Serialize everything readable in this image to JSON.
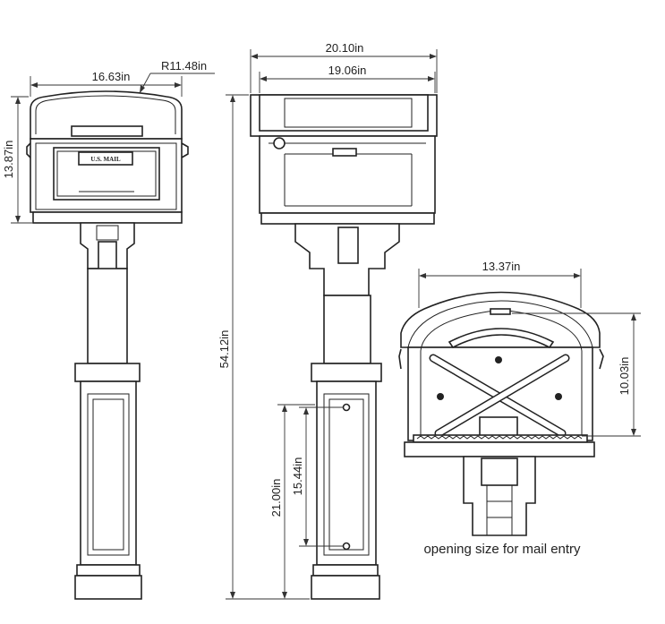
{
  "dimensions": {
    "front_width": "16.63in",
    "front_radius": "R11.48in",
    "front_height": "13.87in",
    "side_outer_width": "20.10in",
    "side_inner_width": "19.06in",
    "overall_height": "54.12in",
    "post_panel_height": "21.00in",
    "post_hole_spacing": "15.44in",
    "opening_width": "13.37in",
    "opening_height": "10.03in"
  },
  "mailbox_label": "U.S. MAIL",
  "caption": "opening size for mail entry"
}
